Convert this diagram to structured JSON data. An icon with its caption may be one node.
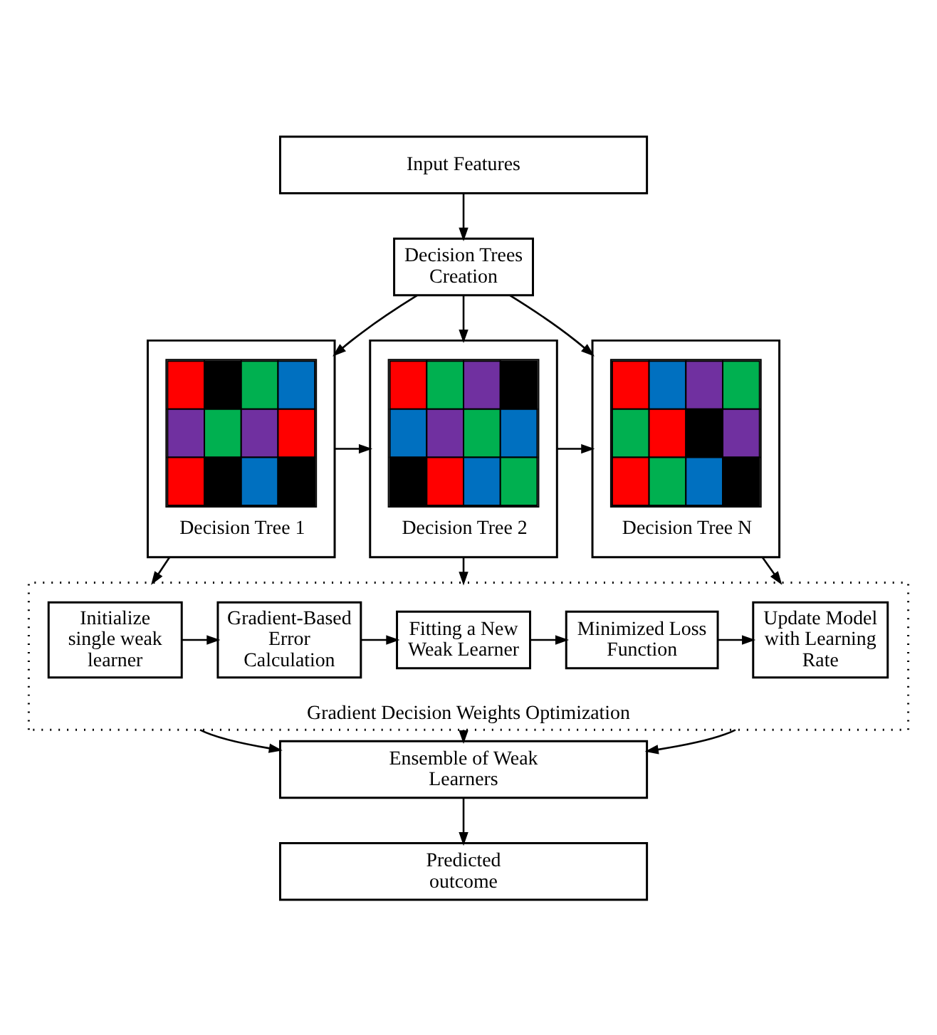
{
  "diagram": {
    "nodes": [
      {
        "text": [
          "Input Features"
        ]
      },
      {
        "text": [
          "Decision Trees Creation"
        ]
      },
      {
        "text": [
          "Decision Tree 1"
        ]
      },
      {
        "text": [
          "Decision Tree 2"
        ]
      },
      {
        "text": [
          "Decision Tree N"
        ]
      },
      {
        "text": [
          "Gradient Decision Weights Optimization"
        ]
      },
      {
        "text": [
          "Initialize single weak learner"
        ],
        "in": 5
      },
      {
        "text": [
          "Gradient-Based Error Calculation"
        ],
        "in": 5
      },
      {
        "text": [
          "Fitting a New Weak Learner"
        ],
        "in": 5
      },
      {
        "text": [
          "Minimized Loss Function"
        ],
        "in": 5
      },
      {
        "text": [
          "Update Model with Learning Rate"
        ],
        "in": 5
      },
      {
        "text": [
          "Ensemble of Weak Learners"
        ]
      },
      {
        "text": [
          "Predicted outcome"
        ]
      }
    ],
    "edges": [
      {
        "from": 0,
        "to": 1,
        "arrow": "to"
      },
      {
        "from": 1,
        "to": 2,
        "arrow": "to"
      },
      {
        "from": 1,
        "to": 3,
        "arrow": "to"
      },
      {
        "from": 1,
        "to": 4,
        "arrow": "to"
      },
      {
        "from": 2,
        "to": 3,
        "arrow": "to"
      },
      {
        "from": 3,
        "to": 4,
        "arrow": "to"
      },
      {
        "from": 2,
        "to": 5,
        "arrow": "to"
      },
      {
        "from": 3,
        "to": 5,
        "arrow": "to"
      },
      {
        "from": 4,
        "to": 5,
        "arrow": "to"
      },
      {
        "from": 6,
        "to": 7,
        "arrow": "to"
      },
      {
        "from": 7,
        "to": 8,
        "arrow": "to"
      },
      {
        "from": 8,
        "to": 9,
        "arrow": "to"
      },
      {
        "from": 9,
        "to": 10,
        "arrow": "to"
      },
      {
        "from": 5,
        "to": 11,
        "arrow": "to"
      },
      {
        "from": 5,
        "to": 11,
        "arrow": "to"
      },
      {
        "from": 5,
        "to": 11,
        "arrow": "to"
      },
      {
        "from": 11,
        "to": 12,
        "arrow": "to"
      }
    ]
  }
}
